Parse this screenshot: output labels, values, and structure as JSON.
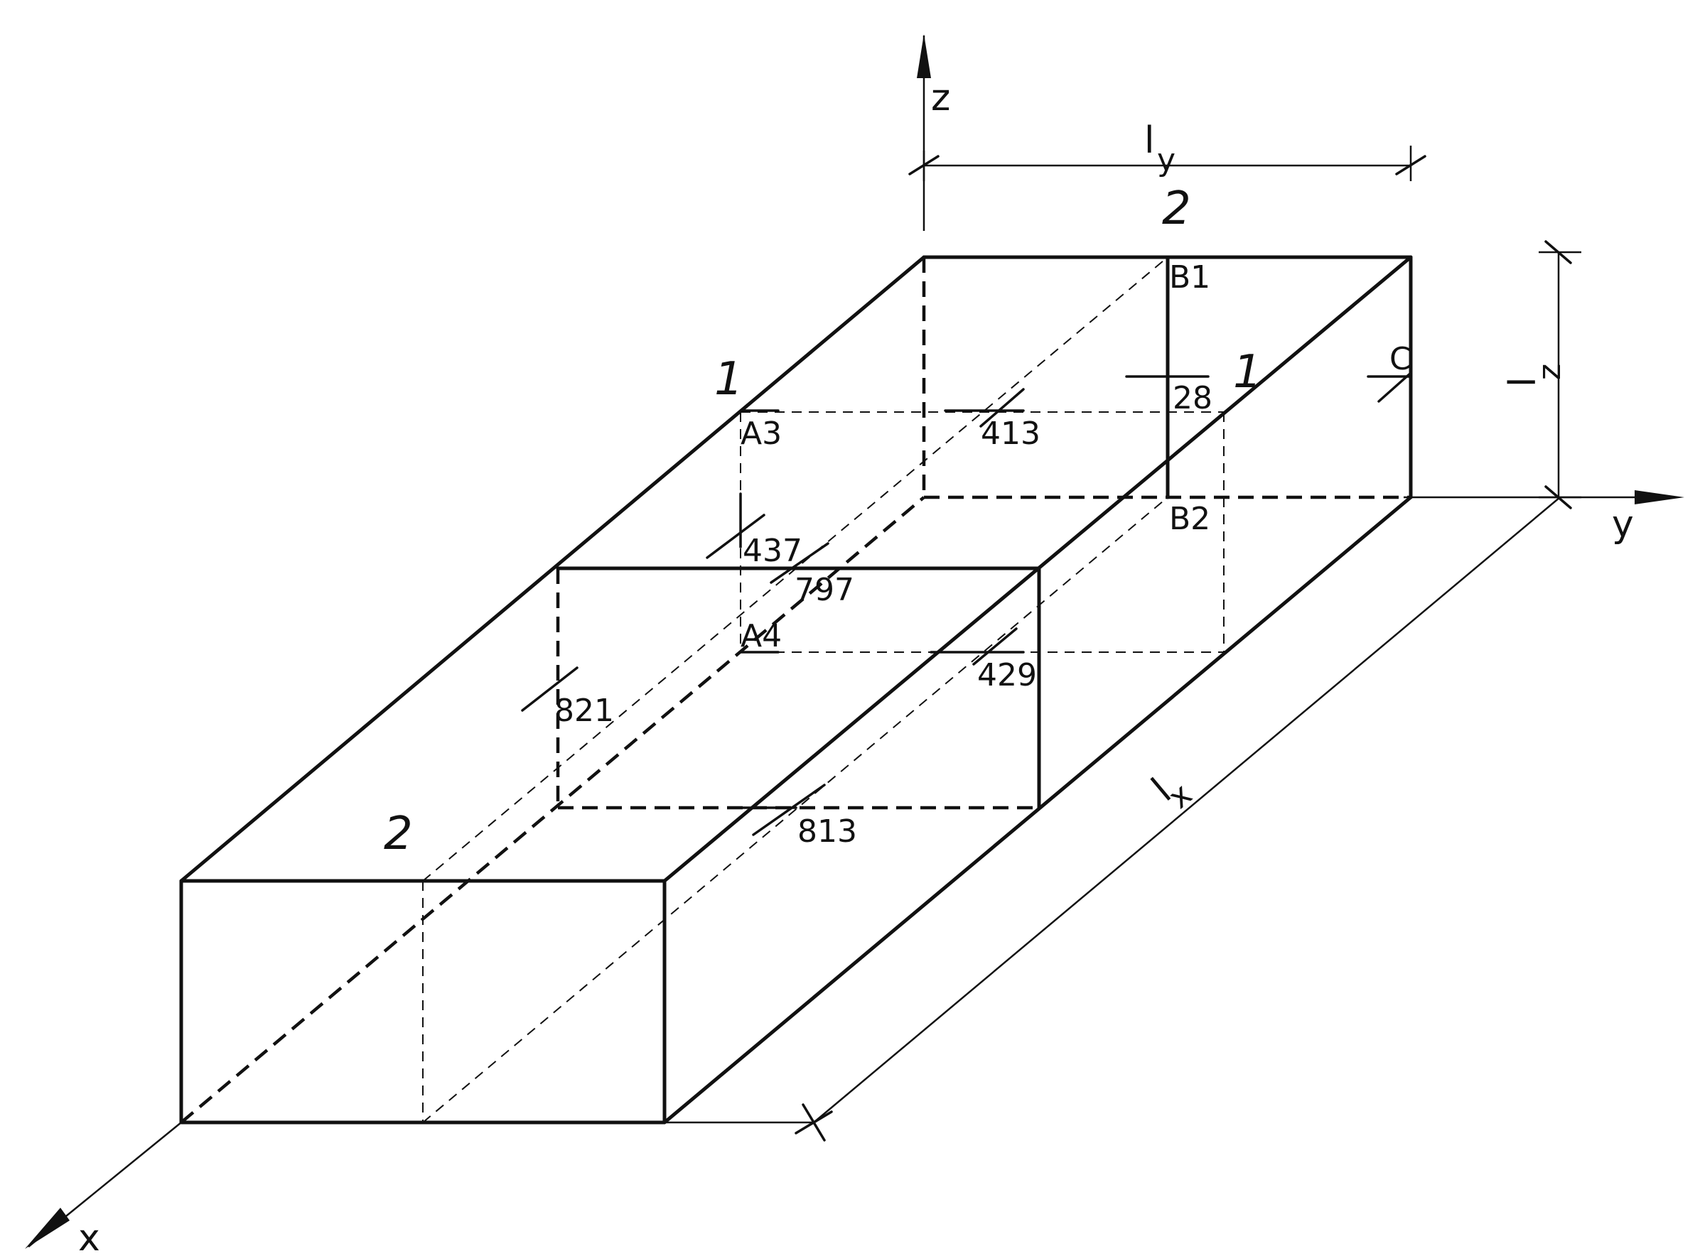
{
  "diagram": {
    "axes": {
      "x": "x",
      "y": "y",
      "z": "z"
    },
    "dimensions": {
      "lx": "l",
      "lx_sub": "x",
      "ly": "l",
      "ly_sub": "y",
      "lz": "l",
      "lz_sub": "z"
    },
    "face_labels": {
      "front_2": "2",
      "back_2": "2",
      "left_1": "1",
      "right_1": "1"
    },
    "points": {
      "A3": "A3",
      "A4": "A4",
      "B1": "B1",
      "B2": "B2",
      "C": "C"
    },
    "measurements": {
      "m413": "413",
      "m28": "28",
      "m437": "437",
      "m797": "797",
      "m429": "429",
      "m821": "821",
      "m813": "813"
    }
  }
}
